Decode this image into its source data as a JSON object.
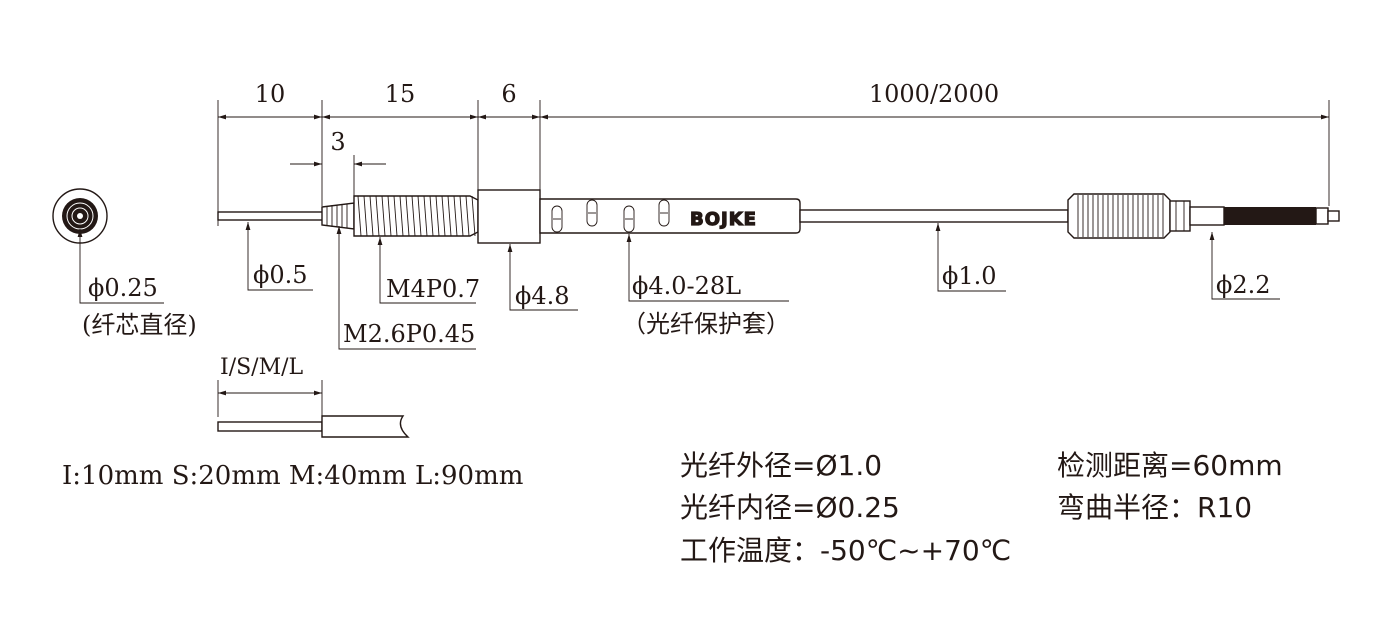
{
  "dimensions": {
    "d10": "10",
    "d15": "15",
    "d6": "6",
    "d1000": "1000/2000",
    "d3": "3",
    "dISML": "I/S/M/L"
  },
  "callouts": {
    "core_diameter": "ϕ0.25",
    "core_diameter_note": "(纤芯直径)",
    "tip_diameter": "ϕ0.5",
    "thread_fine": "M4P0.7",
    "thread_tip": "M2.6P0.45",
    "collar_diameter": "ϕ4.8",
    "sleeve_spec": "ϕ4.0-28L",
    "sleeve_note": "（光纤保护套）",
    "fiber_diameter": "ϕ1.0",
    "connector_diameter": "ϕ2.2"
  },
  "brand": "BOJKE",
  "length_options": "I:10mm S:20mm M:40mm L:90mm",
  "specs": {
    "outer_diameter": "光纤外径=Ø1.0",
    "inner_diameter": "光纤内径=Ø0.25",
    "temperature": "工作温度：-50℃~+70℃",
    "detect_distance": "检测距离=60mm",
    "bend_radius": "弯曲半径：R10"
  }
}
